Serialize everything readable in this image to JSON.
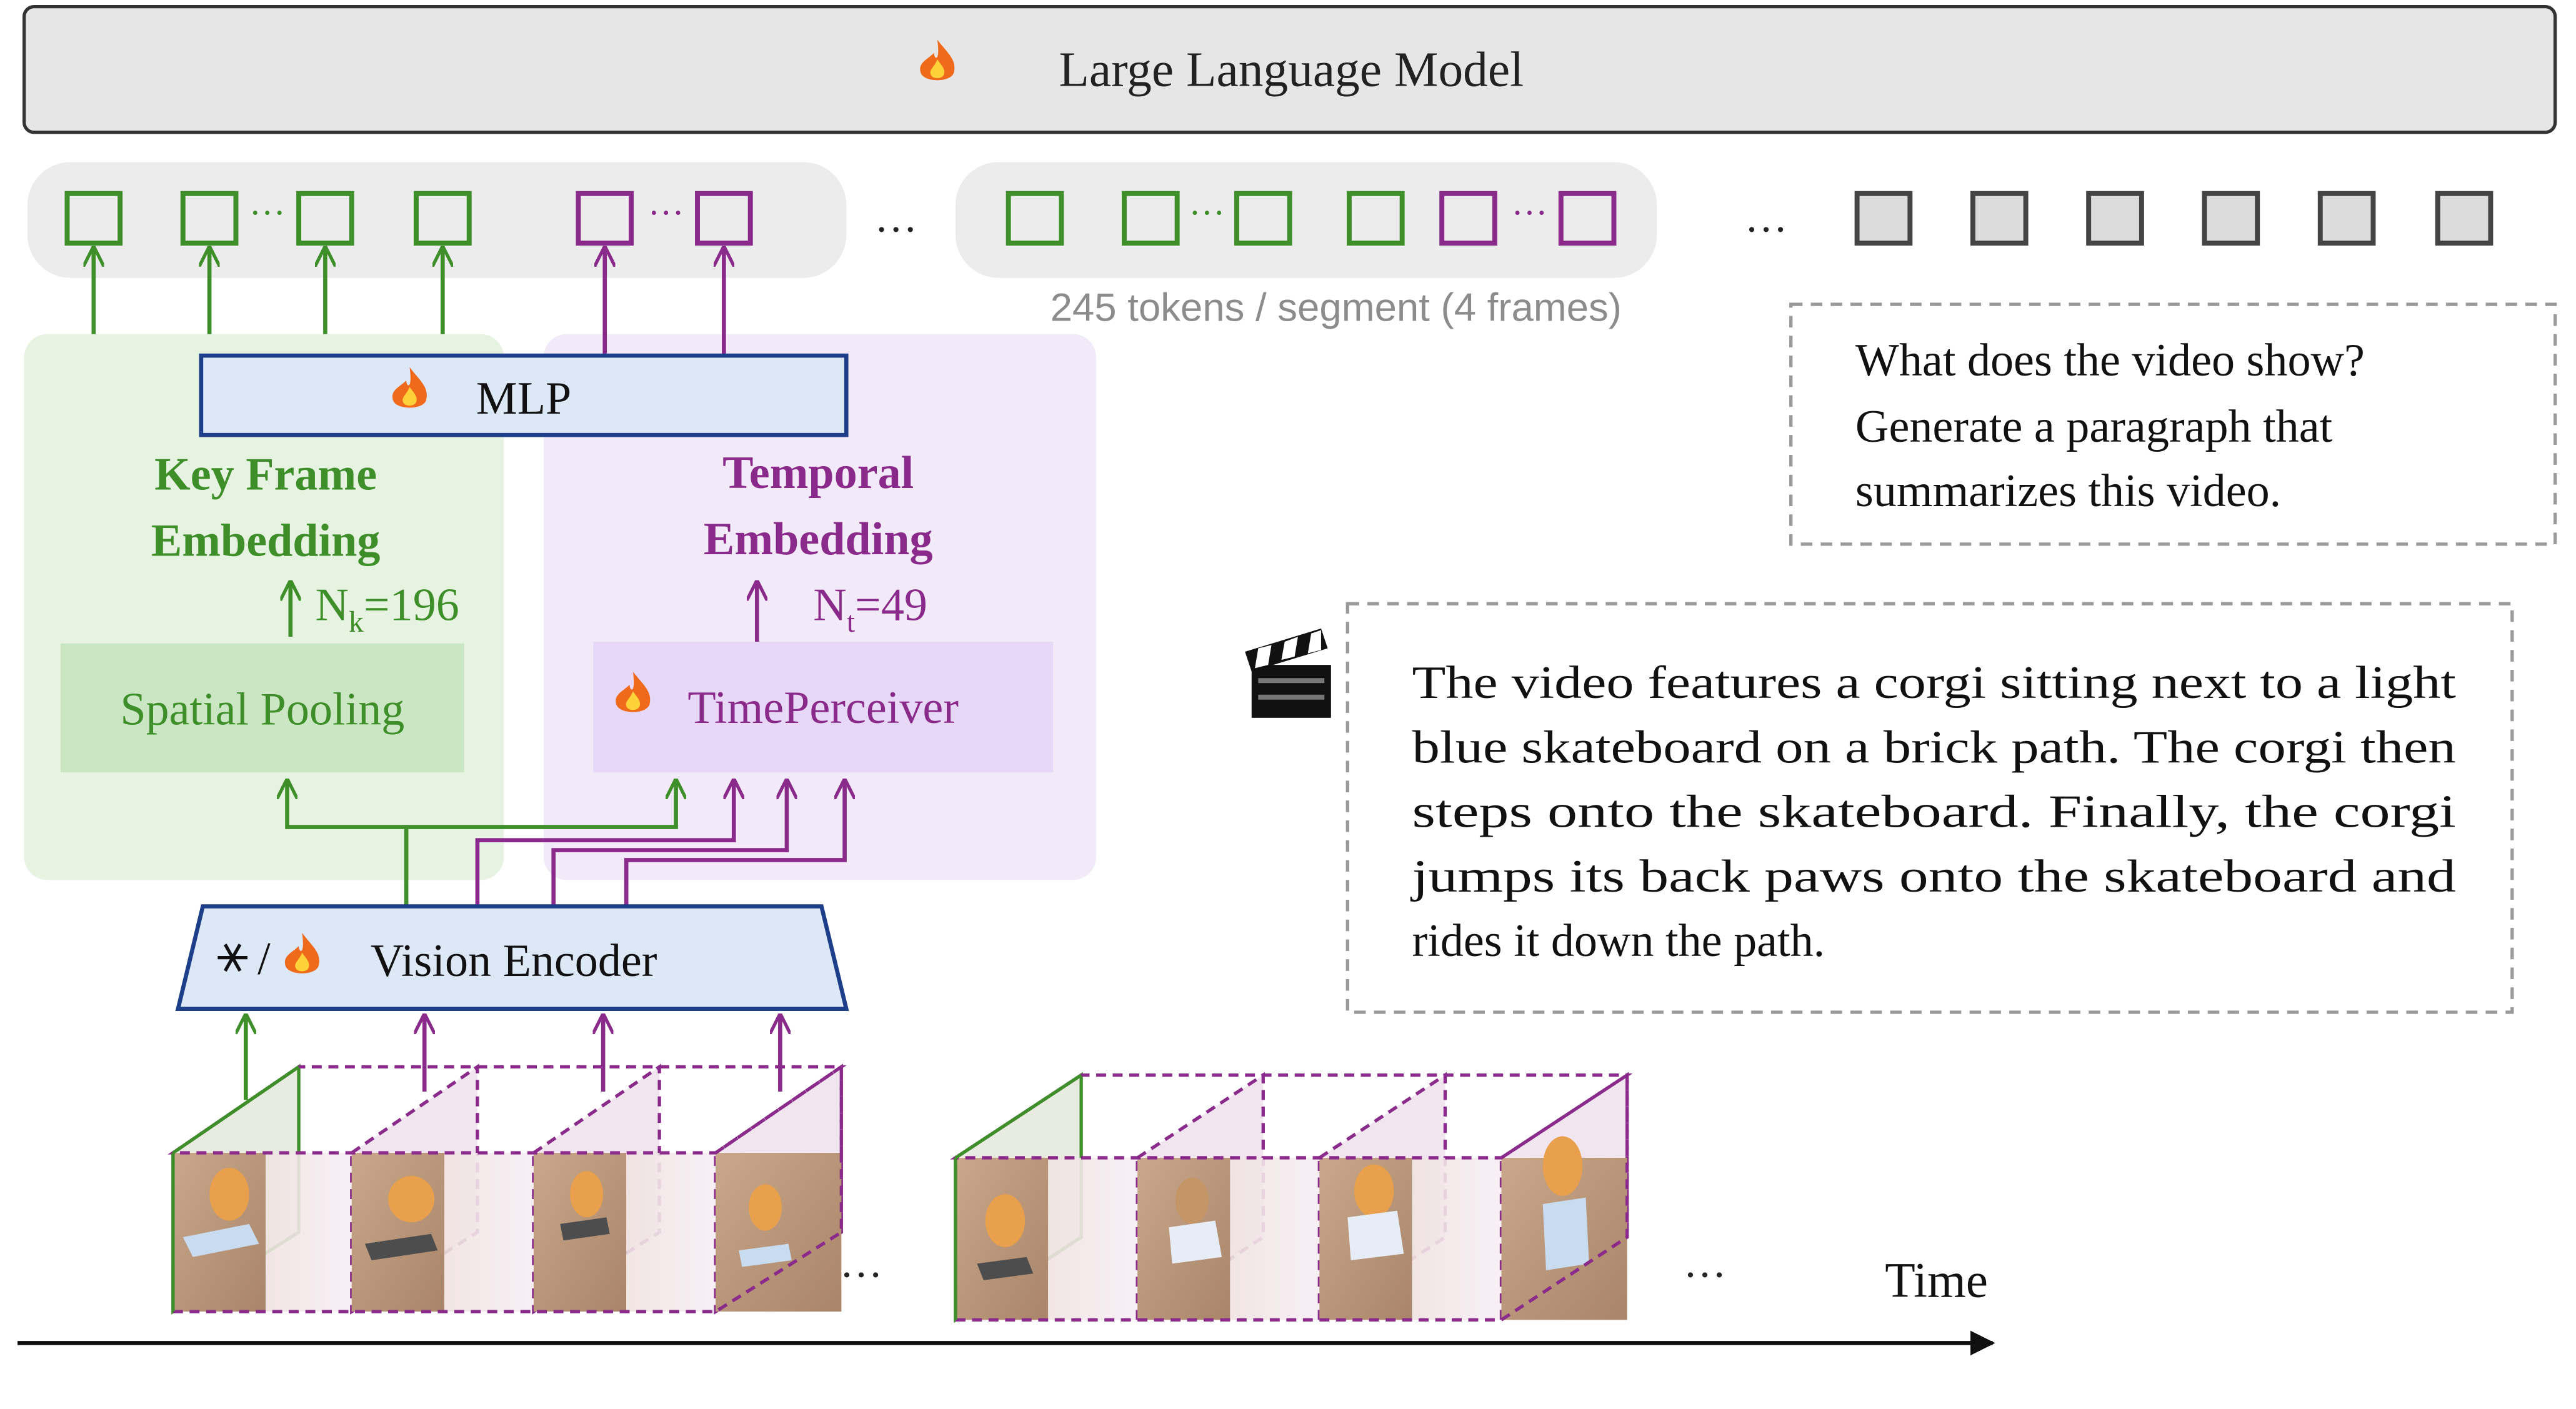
{
  "llm": {
    "label": "Large Language Model",
    "icon": "fire-icon"
  },
  "tokens": {
    "segment_label": "245 tokens / segment (4 frames)",
    "dots": "…",
    "mid_dots": "···",
    "colors": {
      "green": "#3e8e2a",
      "purple": "#8a2a8a",
      "gray": "#444444"
    }
  },
  "mlp": {
    "label": "MLP"
  },
  "key_frame": {
    "title_line1": "Key Frame",
    "title_line2": "Embedding",
    "count_base": "N",
    "count_sub": "k",
    "count_val": "=196",
    "pool_label": "Spatial Pooling"
  },
  "temporal": {
    "title_line1": "Temporal",
    "title_line2": "Embedding",
    "count_base": "N",
    "count_sub": "t",
    "count_val": "=49",
    "perceiver_label": "TimePerceiver"
  },
  "encoder": {
    "label": "Vision Encoder",
    "frozen_icon": "snowflake-icon",
    "sep": "/"
  },
  "question": {
    "lines": [
      "What does the video show?",
      "Generate a paragraph that",
      "summarizes this video."
    ]
  },
  "answer": {
    "icon": "clapperboard-icon",
    "lines": [
      "The video features a corgi sitting next to a light",
      "blue skateboard on a brick path. The corgi then",
      "steps onto the skateboard. Finally, the corgi",
      "jumps its back paws onto the skateboard and",
      "rides it down the path."
    ]
  },
  "timeline": {
    "label": "Time",
    "dots": "…"
  }
}
